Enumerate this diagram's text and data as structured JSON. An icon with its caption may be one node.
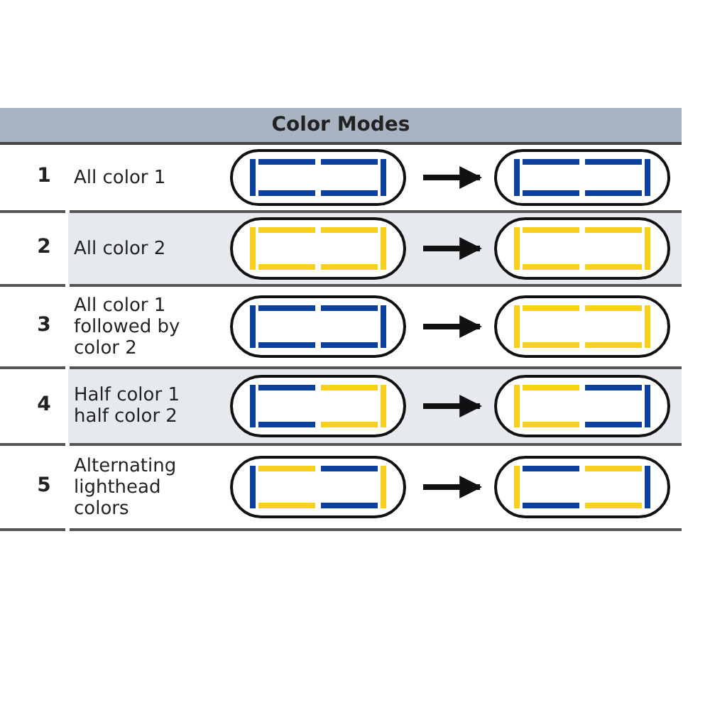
{
  "diagram": {
    "nodes": [
      {
        "text": [],
        "shape": "picture"
      },
      {
        "text": [],
        "shape": "picture"
      },
      {
        "text": [],
        "shape": "picture"
      },
      {
        "text": [],
        "shape": "picture"
      },
      {
        "text": [],
        "shape": "picture"
      },
      {
        "text": [],
        "shape": "picture"
      },
      {
        "text": [],
        "shape": "picture"
      },
      {
        "text": [],
        "shape": "picture"
      },
      {
        "text": [],
        "shape": "picture"
      },
      {
        "text": [],
        "shape": "picture"
      }
    ],
    "edges": [
      {
        "from": 0,
        "to": 1,
        "arrow": "to"
      },
      {
        "from": 2,
        "to": 3,
        "arrow": "to"
      },
      {
        "from": 4,
        "to": 5,
        "arrow": "to"
      },
      {
        "from": 6,
        "to": 7,
        "arrow": "to"
      },
      {
        "from": 8,
        "to": 9,
        "arrow": "to"
      }
    ],
    "labels": [
      "Color Modes",
      "1",
      "All color 1",
      "2",
      "All color 2",
      "3",
      "All color 1 followed by color 2",
      "4",
      "Half color 1 half color 2",
      "5",
      "Alternating lighthead colors"
    ]
  }
}
